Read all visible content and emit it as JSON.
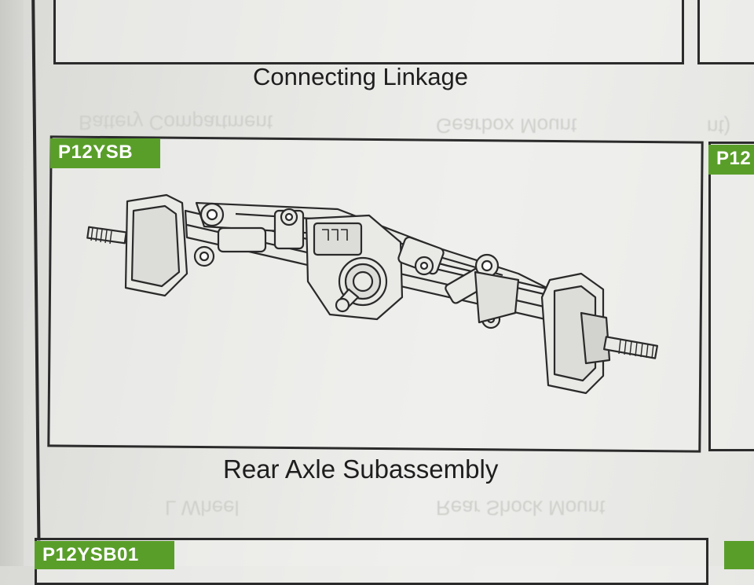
{
  "top_caption": "Connecting Linkage",
  "main_panel": {
    "tag": "P12YSB",
    "caption": "Rear Axle Subassembly"
  },
  "right_tag": "P12",
  "bottom_tag": "P12YSB01",
  "ghost_text": {
    "row1_left": "Battery Compartment",
    "row1_mid": "Gearbox Mount",
    "row1_right": "nt)",
    "row2_left": "L Wheel",
    "row2_mid": "Rear Shock Mount"
  },
  "colors": {
    "tag_green": "#5a9e2a",
    "line": "#2b2b2b"
  }
}
